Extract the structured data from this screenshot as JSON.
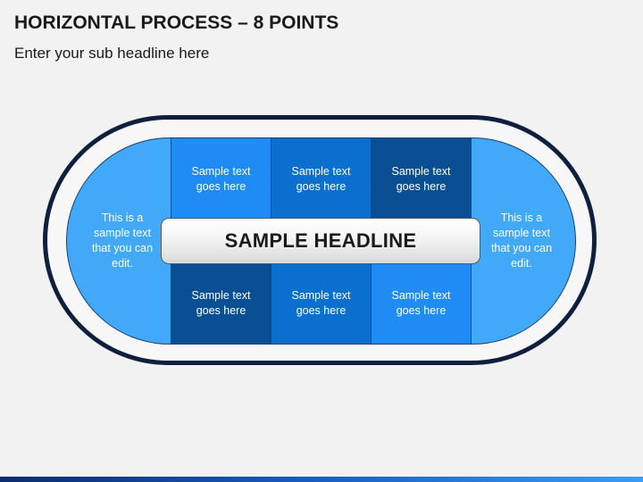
{
  "header": {
    "title": "HORIZONTAL PROCESS – 8 POINTS",
    "subtitle": "Enter your sub headline here"
  },
  "diagram": {
    "headline": "SAMPLE HEADLINE",
    "left_cap": {
      "text": "This is a sample text that you can edit.",
      "color": "#41a9f7"
    },
    "right_cap": {
      "text": "This is a sample text that you can edit.",
      "color": "#41a9f7"
    },
    "top_row": [
      {
        "text": "Sample text goes here",
        "color": "#1e8cf4"
      },
      {
        "text": "Sample text goes here",
        "color": "#0b6fd0"
      },
      {
        "text": "Sample text goes here",
        "color": "#0a4f93"
      }
    ],
    "bottom_row": [
      {
        "text": "Sample text goes here",
        "color": "#0a4f93"
      },
      {
        "text": "Sample text goes here",
        "color": "#0b6fd0"
      },
      {
        "text": "Sample text goes here",
        "color": "#1e8cf4"
      }
    ],
    "ring_color": "#0f1f3d"
  }
}
